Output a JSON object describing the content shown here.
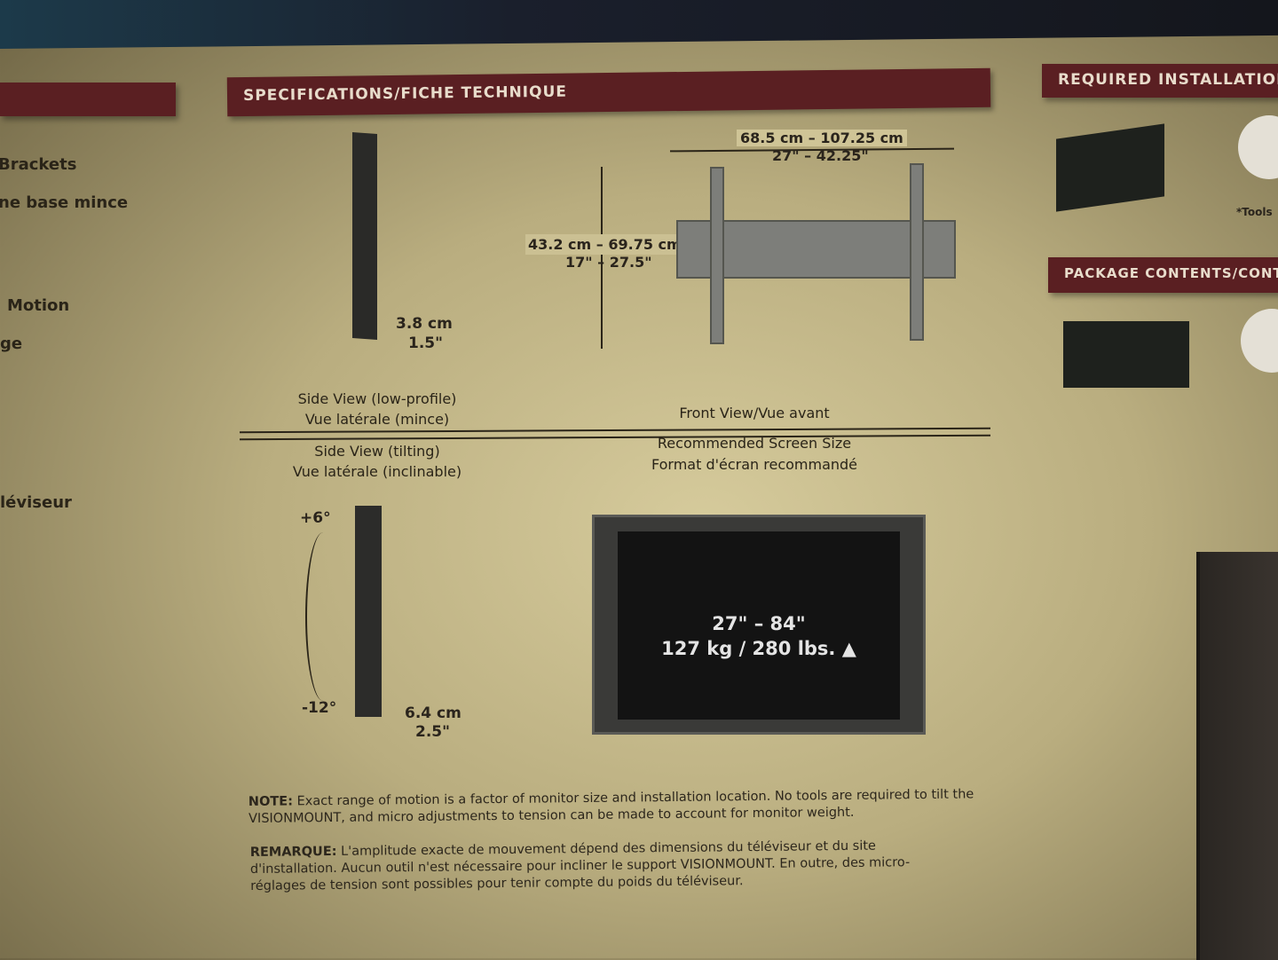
{
  "left_column": {
    "items": [
      "Brackets",
      "ne base mince",
      "Motion",
      "ge",
      "léviseur"
    ]
  },
  "specifications": {
    "title": "SPECIFICATIONS/FICHE TECHNIQUE",
    "side_low_profile": {
      "depth_cm": "3.8 cm",
      "depth_in": "1.5\"",
      "label_en": "Side View (low-profile)",
      "label_fr": "Vue latérale (mince)"
    },
    "front_view": {
      "width_cm": "68.5 cm – 107.25 cm",
      "width_in": "27\" – 42.25\"",
      "height_cm": "43.2 cm – 69.75 cm",
      "height_in": "17\" – 27.5\"",
      "label": "Front View/Vue avant"
    },
    "side_tilting": {
      "label_en": "Side View (tilting)",
      "label_fr": "Vue latérale (inclinable)",
      "tilt_up": "+6°",
      "tilt_down": "-12°",
      "depth_cm": "6.4 cm",
      "depth_in": "2.5\""
    },
    "screen_size": {
      "label_en": "Recommended Screen Size",
      "label_fr": "Format d'écran recommandé",
      "range": "27\" – 84\"",
      "weight": "127 kg / 280 lbs."
    }
  },
  "note": {
    "label": "NOTE:",
    "text": "Exact range of motion is a factor of monitor size and installation location. No tools are required to tilt the VISIONMOUNT, and micro adjustments to tension can be made to account for monitor weight."
  },
  "remarque": {
    "label": "REMARQUE:",
    "text": "L'amplitude exacte de mouvement dépend des dimensions du téléviseur et du site d'installation. Aucun outil n'est nécessaire pour incliner le support VISIONMOUNT. En outre, des micro-réglages de tension sont possibles pour tenir compte du poids du téléviseur."
  },
  "right_column": {
    "required_title": "REQUIRED INSTALLATION",
    "tools_note": "*Tools",
    "package_title": "PACKAGE CONTENTS/CONTE"
  }
}
